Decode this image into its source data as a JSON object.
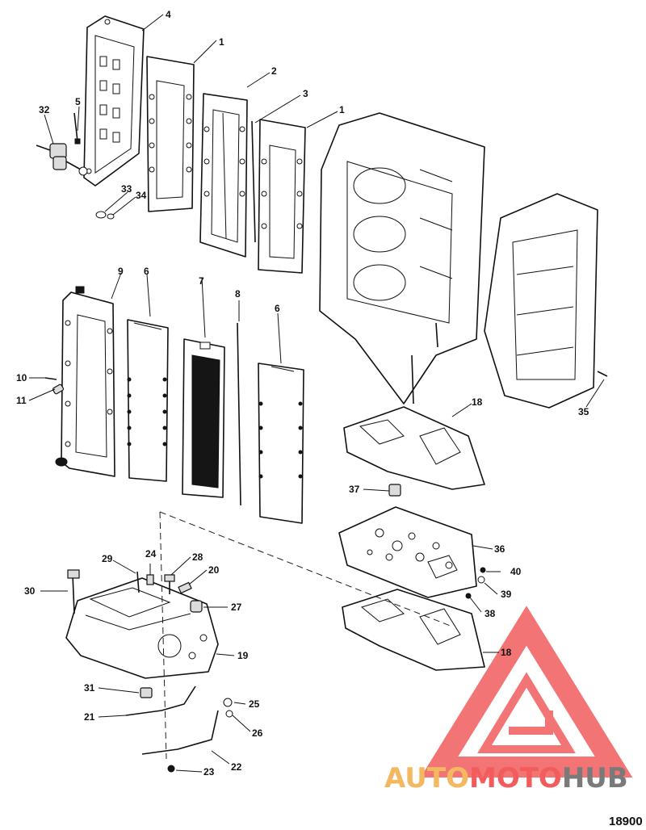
{
  "diagram": {
    "callouts": [
      {
        "id": "c4",
        "label": "4"
      },
      {
        "id": "c1a",
        "label": "1"
      },
      {
        "id": "c2",
        "label": "2"
      },
      {
        "id": "c3",
        "label": "3"
      },
      {
        "id": "c1b",
        "label": "1"
      },
      {
        "id": "c32",
        "label": "32"
      },
      {
        "id": "c5",
        "label": "5"
      },
      {
        "id": "c33",
        "label": "33"
      },
      {
        "id": "c34",
        "label": "34"
      },
      {
        "id": "c9",
        "label": "9"
      },
      {
        "id": "c6a",
        "label": "6"
      },
      {
        "id": "c7",
        "label": "7"
      },
      {
        "id": "c8",
        "label": "8"
      },
      {
        "id": "c6b",
        "label": "6"
      },
      {
        "id": "c10",
        "label": "10"
      },
      {
        "id": "c11",
        "label": "11"
      },
      {
        "id": "c35",
        "label": "35"
      },
      {
        "id": "c18a",
        "label": "18"
      },
      {
        "id": "c37",
        "label": "37"
      },
      {
        "id": "c36",
        "label": "36"
      },
      {
        "id": "c40",
        "label": "40"
      },
      {
        "id": "c39",
        "label": "39"
      },
      {
        "id": "c38",
        "label": "38"
      },
      {
        "id": "c18b",
        "label": "18"
      },
      {
        "id": "c29",
        "label": "29"
      },
      {
        "id": "c24",
        "label": "24"
      },
      {
        "id": "c28",
        "label": "28"
      },
      {
        "id": "c20",
        "label": "20"
      },
      {
        "id": "c30",
        "label": "30"
      },
      {
        "id": "c27",
        "label": "27"
      },
      {
        "id": "c19",
        "label": "19"
      },
      {
        "id": "c31",
        "label": "31"
      },
      {
        "id": "c25",
        "label": "25"
      },
      {
        "id": "c21",
        "label": "21"
      },
      {
        "id": "c26",
        "label": "26"
      },
      {
        "id": "c23",
        "label": "23"
      },
      {
        "id": "c22",
        "label": "22"
      }
    ],
    "figure_number": "18900",
    "colors": {
      "ink": "#111111",
      "watermark_red": "#f25c5c",
      "watermark_gold": "#f4b860",
      "watermark_gray": "#7a7a7a"
    }
  },
  "watermark": {
    "part1": "AUTO",
    "part2": "MOTO",
    "part3": "HUB"
  }
}
